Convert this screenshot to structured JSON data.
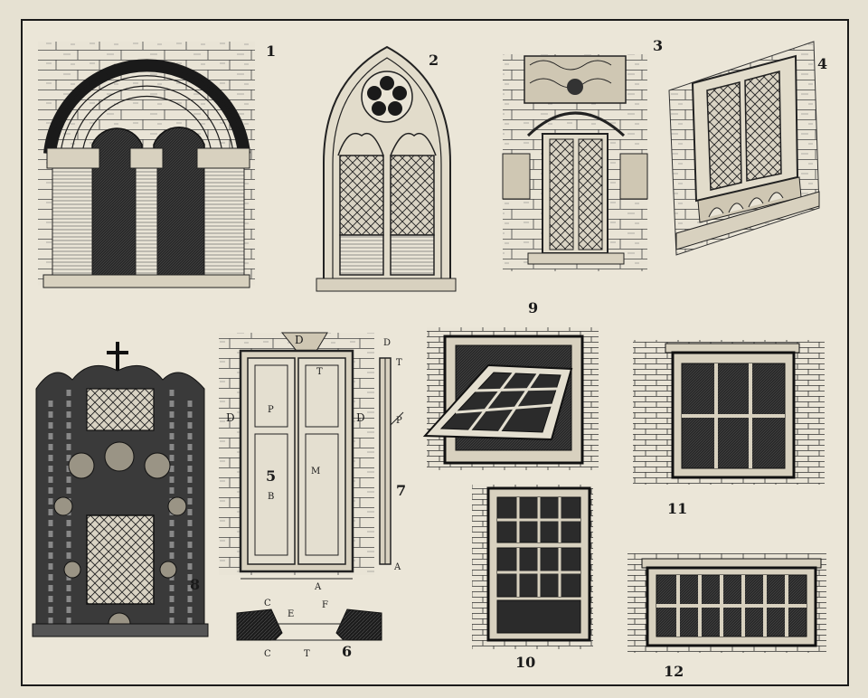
{
  "figures": [
    {
      "id": "romanesque-window",
      "number": "1"
    },
    {
      "id": "gothic-window",
      "number": "2"
    },
    {
      "id": "renaissance-window",
      "number": "3"
    },
    {
      "id": "leaded-casement-window",
      "number": "4"
    },
    {
      "id": "shutter-casement-window",
      "number": "5"
    },
    {
      "id": "window-jamb-section",
      "number": "6"
    },
    {
      "id": "window-side-section",
      "number": "7"
    },
    {
      "id": "manueline-window",
      "number": "8"
    },
    {
      "id": "awning-window",
      "number": "9"
    },
    {
      "id": "sash-window",
      "number": "10"
    },
    {
      "id": "cross-frame-window",
      "number": "11"
    },
    {
      "id": "transom-window",
      "number": "12"
    }
  ],
  "letters": {
    "fig5": {
      "top": "D",
      "left": "D",
      "right": "D",
      "panel_top": "T",
      "panel": "P",
      "mullion": "M",
      "bead": "B",
      "bottom": "A"
    },
    "fig6": {
      "c1": "C",
      "e": "E",
      "f": "F",
      "c2": "C",
      "t": "T"
    },
    "fig7": {
      "d": "D",
      "t": "T",
      "p": "P",
      "a": "A"
    }
  },
  "colors": {
    "ink": "#1a1a1a",
    "paper": "#e9e4d6",
    "frame": "#2a2a2a"
  }
}
